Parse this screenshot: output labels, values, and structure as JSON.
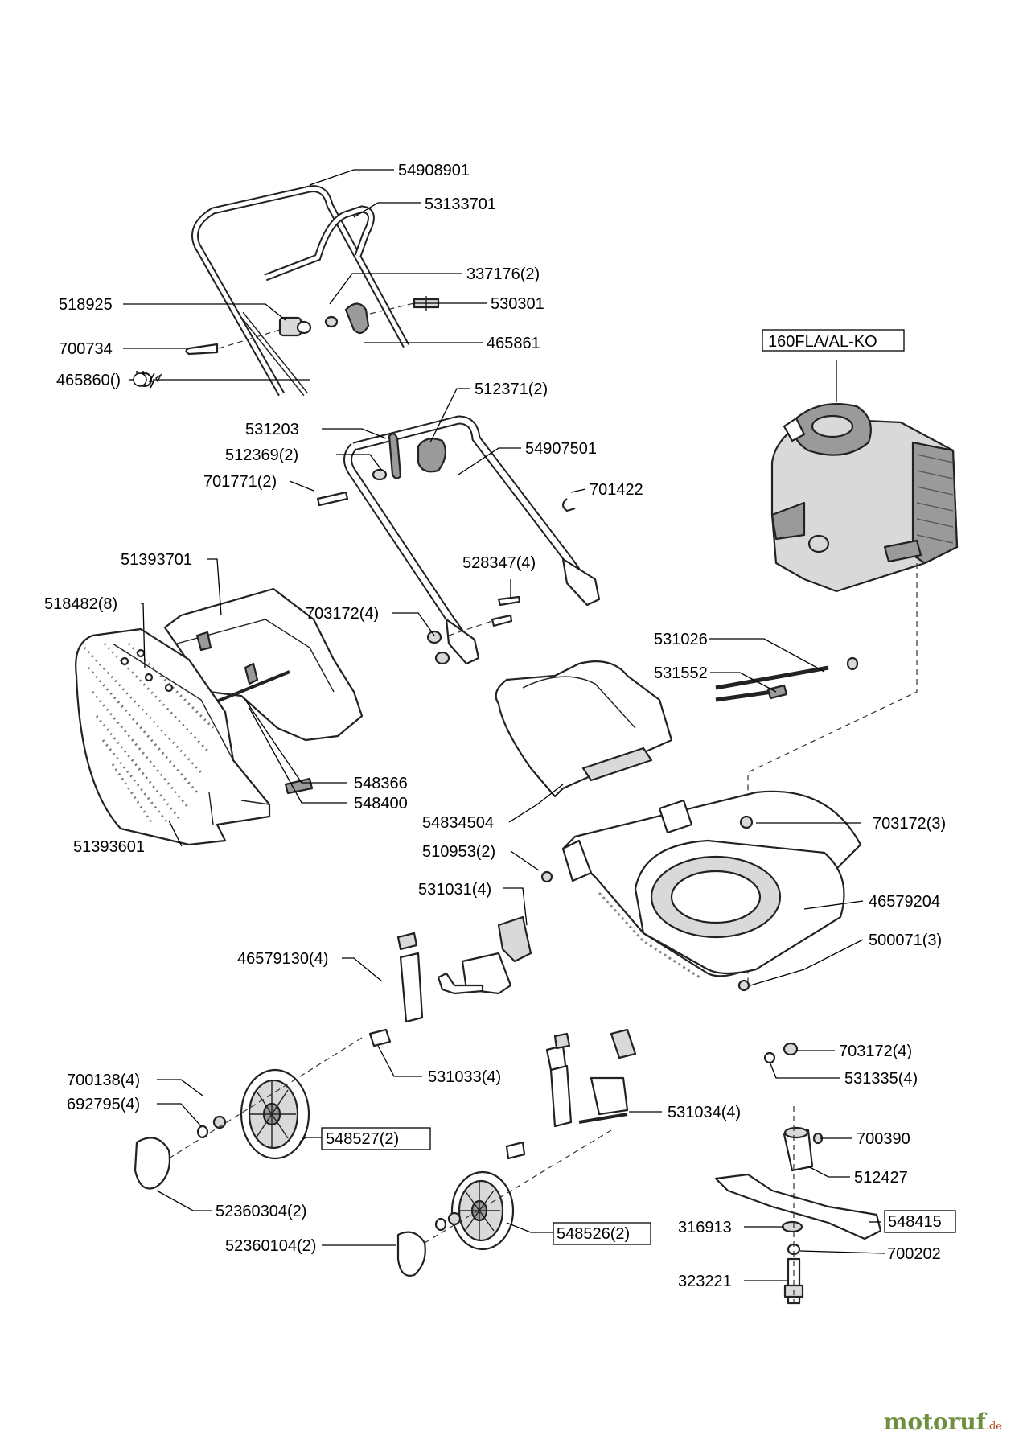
{
  "labels": {
    "l_54908901": "54908901",
    "l_53133701": "53133701",
    "l_337176": "337176(2)",
    "l_518925": "518925",
    "l_530301": "530301",
    "l_700734": "700734",
    "l_465861": "465861",
    "l_465860": "465860()",
    "l_512371": "512371(2)",
    "l_531203": "531203",
    "l_54907501": "54907501",
    "l_512369": "512369(2)",
    "l_701771": "701771(2)",
    "l_701422": "701422",
    "l_160fla": "160FLA/AL-KO",
    "l_51393701": "51393701",
    "l_528347": "528347(4)",
    "l_518482": "518482(8)",
    "l_703172_4a": "703172(4)",
    "l_531026": "531026",
    "l_531552": "531552",
    "l_548366": "548366",
    "l_548400": "548400",
    "l_54834504": "54834504",
    "l_703172_3": "703172(3)",
    "l_51393601": "51393601",
    "l_510953": "510953(2)",
    "l_531031": "531031(4)",
    "l_46579204": "46579204",
    "l_500071": "500071(3)",
    "l_46579130": "46579130(4)",
    "l_703172_4b": "703172(4)",
    "l_531033": "531033(4)",
    "l_531335": "531335(4)",
    "l_700138": "700138(4)",
    "l_692795": "692795(4)",
    "l_531034": "531034(4)",
    "l_548527": "548527(2)",
    "l_700390": "700390",
    "l_512427": "512427",
    "l_52360304": "52360304(2)",
    "l_316913": "316913",
    "l_548415": "548415",
    "l_548526": "548526(2)",
    "l_52360104": "52360104(2)",
    "l_700202": "700202",
    "l_323221": "323221"
  },
  "watermark": {
    "main": "motoruf",
    "tld": ".de"
  },
  "icons": {
    "warning_symbols": "battery-and-bolt-icon"
  }
}
